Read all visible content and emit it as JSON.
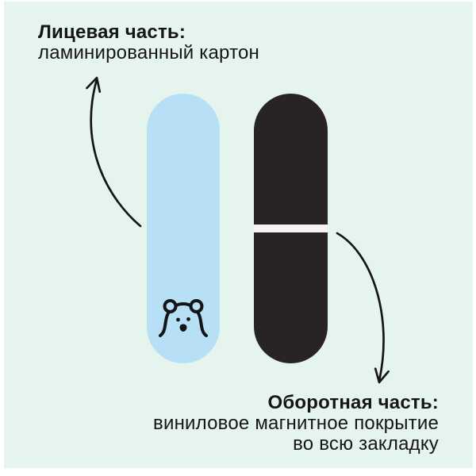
{
  "colors": {
    "page": "#ffffff",
    "panel": "#e5f4ed",
    "front-pill": "#b7e0f6",
    "back-pill": "#282324",
    "magnet-gap": "#f3f5f4",
    "ink": "#151515"
  },
  "front_label": {
    "title": "Лицевая часть:",
    "description": "ламинированный картон"
  },
  "back_label": {
    "title": "Оборотная часть:",
    "description_line1": "виниловое магнитное покрытие",
    "description_line2": "во всю закладку"
  },
  "icons": {
    "bear": "bear-face-icon",
    "front_arrow": "curved-arrow-to-front-label-icon",
    "back_arrow": "curved-arrow-to-back-label-icon"
  }
}
